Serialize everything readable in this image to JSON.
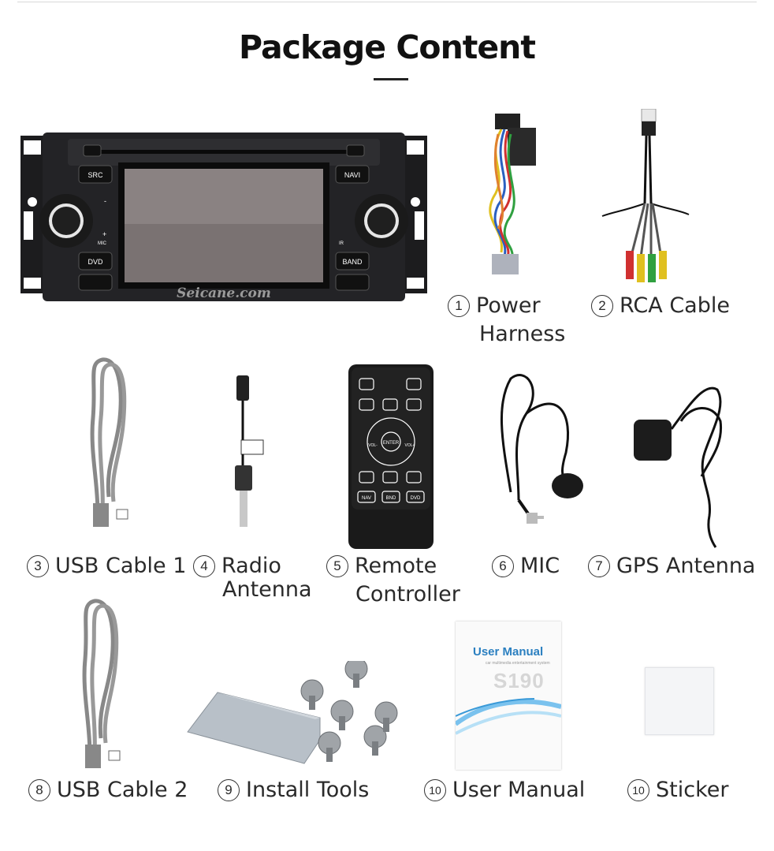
{
  "title": "Package Content",
  "head_unit": {
    "buttons": {
      "src": "SRC",
      "navi": "NAVI",
      "dvd": "DVD",
      "band": "BAND",
      "mic": "MIC",
      "ir": "IR",
      "plus": "+",
      "minus": "-"
    },
    "watermark": "Seicane.com"
  },
  "remote": {
    "enter": "ENTER",
    "vol_minus": "VOL-",
    "vol_plus": "VOL+",
    "nav": "NAV",
    "bnd": "BND",
    "dvd": "DVD"
  },
  "manual": {
    "title": "User Manual",
    "subtitle": "car multimedia entertainment system",
    "model": "S190"
  },
  "items": [
    {
      "num": "1",
      "line1": "Power",
      "line2": "Harness"
    },
    {
      "num": "2",
      "line1": "RCA Cable",
      "line2": ""
    },
    {
      "num": "3",
      "line1": "USB Cable 1",
      "line2": ""
    },
    {
      "num": "4",
      "line1": "Radio",
      "line2": "Antenna"
    },
    {
      "num": "5",
      "line1": "Remote",
      "line2": "Controller"
    },
    {
      "num": "6",
      "line1": "MIC",
      "line2": ""
    },
    {
      "num": "7",
      "line1": "GPS Antenna",
      "line2": ""
    },
    {
      "num": "8",
      "line1": "USB Cable 2",
      "line2": ""
    },
    {
      "num": "9",
      "line1": "Install Tools",
      "line2": ""
    },
    {
      "num": "10",
      "line1": "User Manual",
      "line2": ""
    },
    {
      "num": "10",
      "line1": "Sticker",
      "line2": ""
    }
  ]
}
